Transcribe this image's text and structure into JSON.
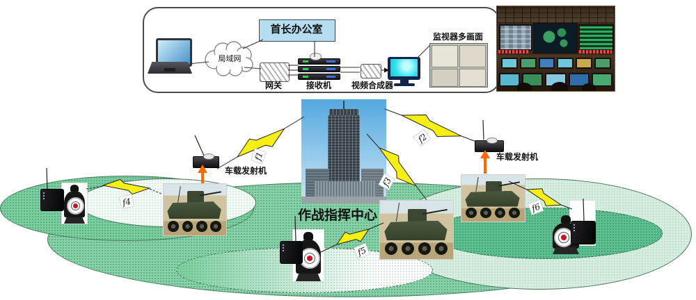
{
  "top_panel": {
    "office_box": "首长办公室",
    "lan_cloud": "局域网",
    "gateway": "网关",
    "receiver": "接收机",
    "video_synthesizer": "视频合成器",
    "monitor_multiview": "监视器多画面"
  },
  "ground": {
    "command_center": "作战指挥中心",
    "vehicle_transmitter_left": "车载发射机",
    "vehicle_transmitter_right": "车载发射机"
  },
  "links": {
    "f1": "f1",
    "f2": "f2",
    "f3": "f3",
    "f4": "f4",
    "f5": "f5",
    "f6": "f6"
  },
  "colors": {
    "coverage_green": "#87d2a8",
    "coverage_light": "#f2faf6",
    "coverage_dark": "#5ec091",
    "bolt_yellow": "#f7ef13",
    "arrow_orange": "#ff6a00",
    "office_box_blue": "#b5ddef",
    "monitor_cyan": "#2fe2ec"
  }
}
